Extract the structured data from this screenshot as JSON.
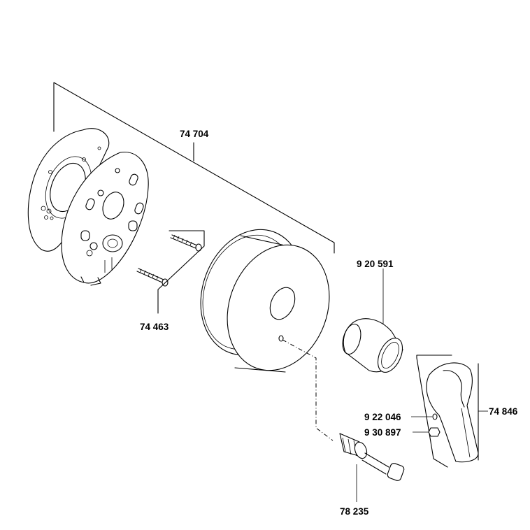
{
  "diagram": {
    "labels": {
      "assembly_set": "74 704",
      "screws": "74 463",
      "sleeve": "9 20 591",
      "set_screw": "9 22 046",
      "nut": "9 30 897",
      "lever_handle": "74 846",
      "cartridge": "78 235"
    }
  }
}
